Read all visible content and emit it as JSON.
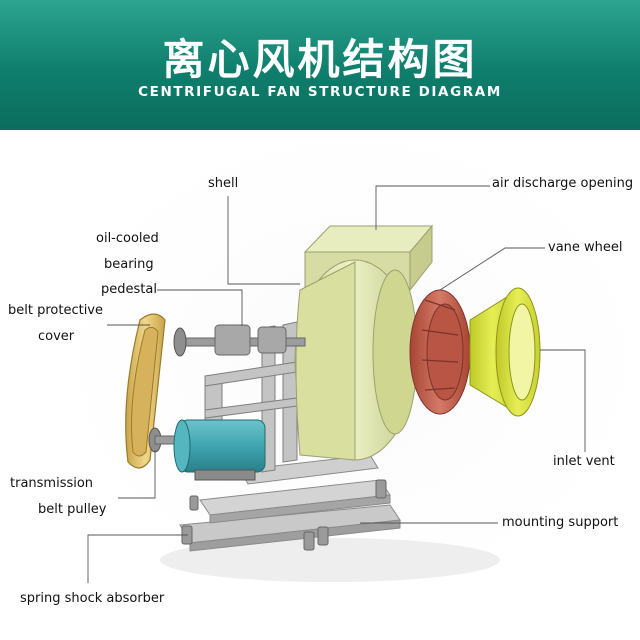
{
  "header": {
    "title_zh": "离心风机结构图",
    "title_en": "CENTRIFUGAL FAN STRUCTURE DIAGRAM"
  },
  "labels": {
    "shell": "shell",
    "air_discharge_opening": "air discharge opening",
    "oil_cooled": "oil-cooled",
    "bearing": "bearing",
    "pedestal": "pedestal",
    "vane_wheel": "vane wheel",
    "belt_protective": "belt protective",
    "cover": "cover",
    "inlet_vent": "inlet vent",
    "transmission": "transmission",
    "belt_pulley": "belt pulley",
    "mounting_support": "mounting support",
    "spring_shock_absorber": "spring shock absorber"
  },
  "colors": {
    "banner": "#0f7e6c",
    "shell": "#e3e9b0",
    "vane_wheel": "#c8604f",
    "inlet_vent": "#d8e23c",
    "motor": "#3fa5b0",
    "belt_cover": "#e2c46e",
    "frame": "#b7b7b7"
  }
}
